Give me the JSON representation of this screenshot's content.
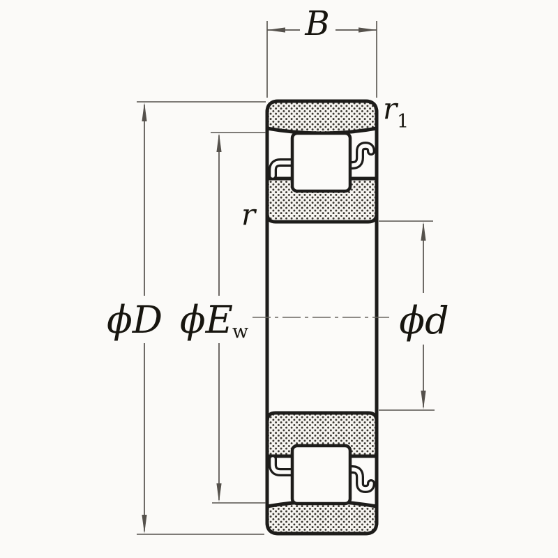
{
  "labels": {
    "width": "B",
    "outer_corner_radius": {
      "main": "r",
      "sub": "1"
    },
    "inner_corner_radius": {
      "main": "r"
    },
    "outer_diameter": "ϕD",
    "raceway_diameter": {
      "main": "ϕE",
      "sub": "w"
    },
    "bore_diameter": "ϕd"
  },
  "colors": {
    "paper": "#fbfaf8",
    "line": "#1d1c1a",
    "dim_line": "#55514c",
    "label": "#17150f",
    "hatch_dot": "#3a3731"
  }
}
